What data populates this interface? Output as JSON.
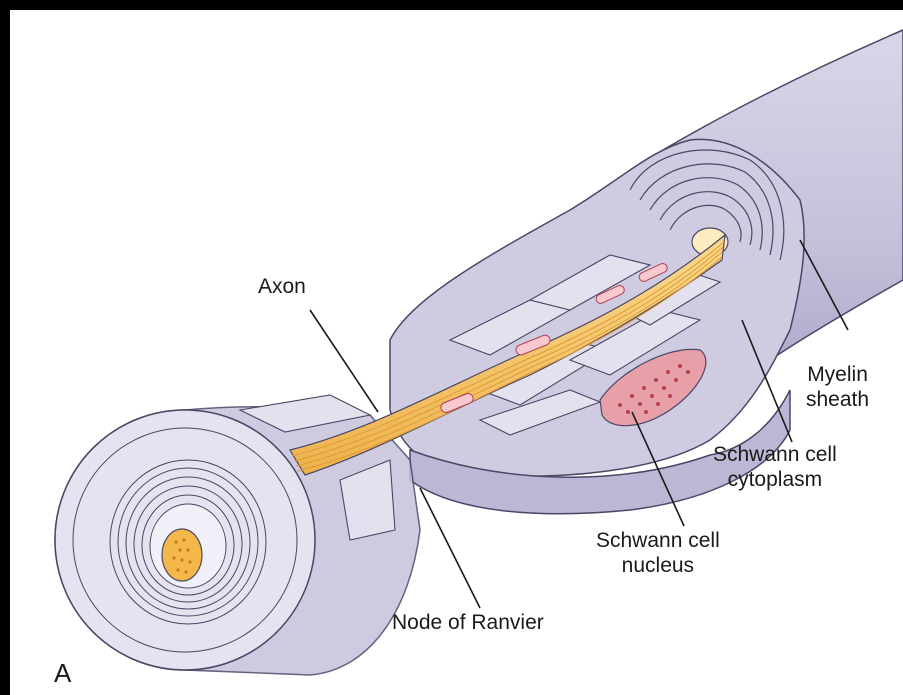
{
  "labels": {
    "axon": "Axon",
    "myelin_sheath": [
      "Myelin",
      "sheath"
    ],
    "schwann_cytoplasm": [
      "Schwann cell",
      "cytoplasm"
    ],
    "schwann_nucleus": [
      "Schwann cell",
      "nucleus"
    ],
    "node_of_ranvier": "Node of Ranvier",
    "panel": "A"
  },
  "colors": {
    "sheath_outer": "#c9c5dd",
    "sheath_light": "#e7e5f1",
    "sheath_dark": "#a9a4c6",
    "outline": "#4a4766",
    "axon": "#f4c56a",
    "axon_lines": "#e9a33a",
    "nucleus": "#e8a0a8",
    "nucleus_dots": "#b04050"
  }
}
